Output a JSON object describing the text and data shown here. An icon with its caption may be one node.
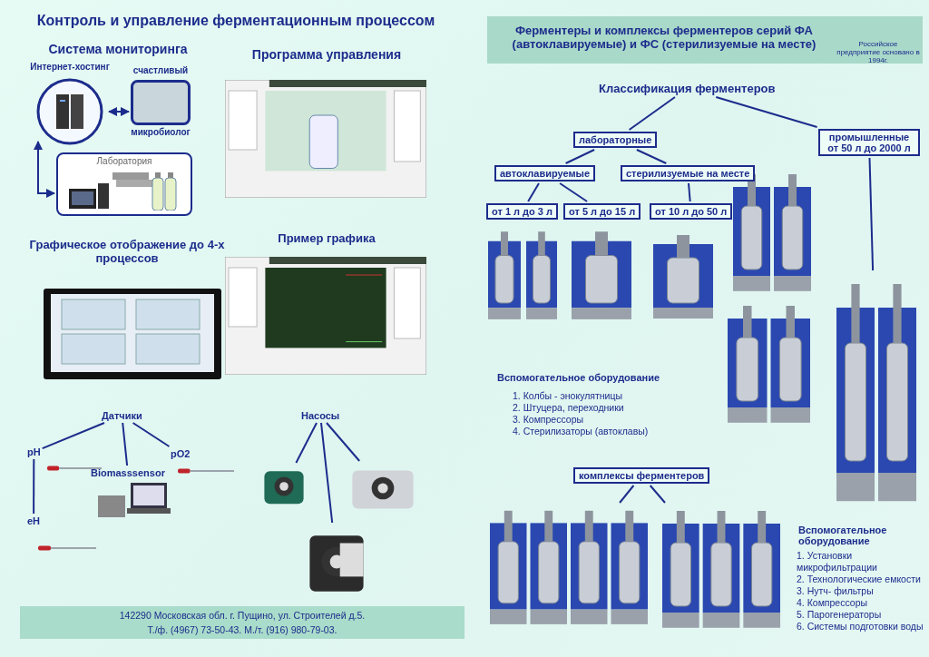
{
  "diagram": {
    "title": "Контроль и управление ферментационным процессом",
    "nodes": [
      {
        "text": [
          "Ферментеры и комплексы ферментеров серий ФА (автоклавируемые) и ФС (стерилизуемые на месте)",
          "Российское предприятие основано в 1994г."
        ]
      },
      {
        "text": [
          "Интернет-хостинг"
        ]
      },
      {
        "text": [
          "счастливый",
          "микробиолог"
        ]
      },
      {
        "text": [
          "Лаборатория"
        ]
      },
      {
        "text": [
          "Датчики"
        ]
      },
      {
        "text": [
          "pH"
        ]
      },
      {
        "text": [
          "Biomasssensor"
        ]
      },
      {
        "text": [
          "pO2"
        ]
      },
      {
        "text": [
          "eH"
        ]
      },
      {
        "text": [
          "Насосы"
        ]
      },
      {
        "text": [],
        "shape": "picture"
      },
      {
        "text": [],
        "shape": "picture"
      },
      {
        "text": [],
        "shape": "picture"
      },
      {
        "text": [
          "Классификация ферментеров"
        ]
      },
      {
        "text": [
          "лабораторные"
        ]
      },
      {
        "text": [
          "промышленные от 50 л до 2000 л"
        ]
      },
      {
        "text": [
          "автоклавируемые"
        ]
      },
      {
        "text": [
          "стерилизуемые на месте"
        ]
      },
      {
        "text": [
          "от 1 л до 3 л"
        ]
      },
      {
        "text": [
          "от 5 л до 15 л"
        ]
      },
      {
        "text": [
          "от 10 л до 50 л"
        ]
      },
      {
        "text": [],
        "shape": "picture"
      },
      {
        "text": [
          "комплексы ферментеров"
        ]
      },
      {
        "text": [],
        "shape": "picture"
      },
      {
        "text": [],
        "shape": "picture"
      }
    ],
    "edges": [
      {
        "from": 1,
        "to": 2,
        "arrow": "both"
      },
      {
        "from": 1,
        "to": 3,
        "arrow": "both"
      },
      {
        "from": 4,
        "to": 5,
        "arrow": "none"
      },
      {
        "from": 4,
        "to": 6,
        "arrow": "none"
      },
      {
        "from": 4,
        "to": 7,
        "arrow": "none"
      },
      {
        "from": 5,
        "to": 8,
        "arrow": "none"
      },
      {
        "from": 9,
        "to": 10,
        "arrow": "none"
      },
      {
        "from": 9,
        "to": 11,
        "arrow": "none"
      },
      {
        "from": 9,
        "to": 12,
        "arrow": "none"
      },
      {
        "from": 13,
        "to": 14,
        "arrow": "none"
      },
      {
        "from": 13,
        "to": 15,
        "arrow": "none"
      },
      {
        "from": 14,
        "to": 16,
        "arrow": "none"
      },
      {
        "from": 14,
        "to": 17,
        "arrow": "none"
      },
      {
        "from": 16,
        "to": 18,
        "arrow": "none"
      },
      {
        "from": 16,
        "to": 19,
        "arrow": "none"
      },
      {
        "from": 17,
        "to": 20,
        "arrow": "none"
      },
      {
        "from": 15,
        "to": 21,
        "arrow": "none"
      },
      {
        "from": 22,
        "to": 23,
        "arrow": "none"
      },
      {
        "from": 22,
        "to": 24,
        "arrow": "none"
      }
    ],
    "labels": [
      "Система мониторинга",
      "Программа управления",
      "Графическое отображение до 4-х процессов",
      "Пример графика",
      "Вспомогательное оборудование",
      "1. Колбы - энокулятницы",
      "2. Штуцера, переходники",
      "3. Компрессоры",
      "4. Стерилизаторы (автоклавы)",
      "Вспомогательное оборудование",
      "1. Установки микрофильтрации",
      "2. Технологические емкости",
      "3. Нутч- фильтры",
      "4. Компрессоры",
      "5. Парогенераторы",
      "6. Системы подготовки воды",
      "142290 Московская обл. г. Пущино, ул. Строителей д.5.",
      "Т./ф. (4967) 73-50-43. М./т. (916) 980-79-03."
    ]
  }
}
